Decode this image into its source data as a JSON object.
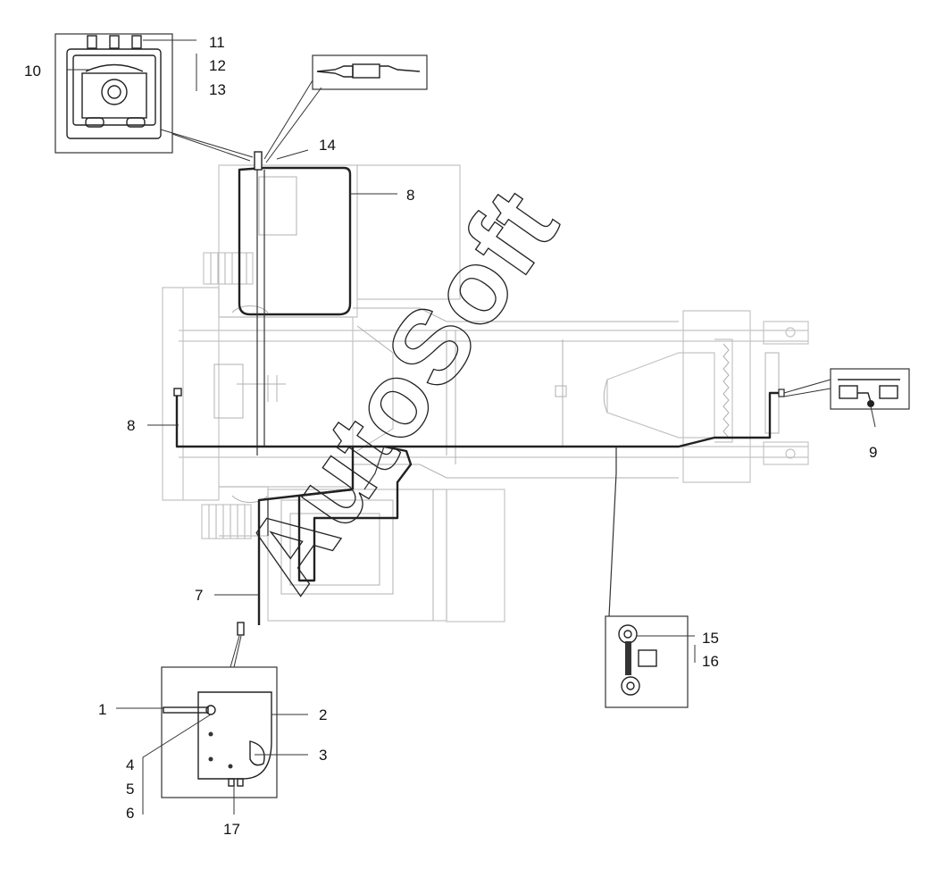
{
  "watermark": "AutoSoft",
  "callouts": {
    "c1": "1",
    "c2": "2",
    "c3": "3",
    "c4": "4",
    "c5": "5",
    "c6": "6",
    "c7": "7",
    "c8a": "8",
    "c8b": "8",
    "c9": "9",
    "c10": "10",
    "c11": "11",
    "c12": "12",
    "c13": "13",
    "c14": "14",
    "c15": "15",
    "c16": "16",
    "c17": "17"
  }
}
